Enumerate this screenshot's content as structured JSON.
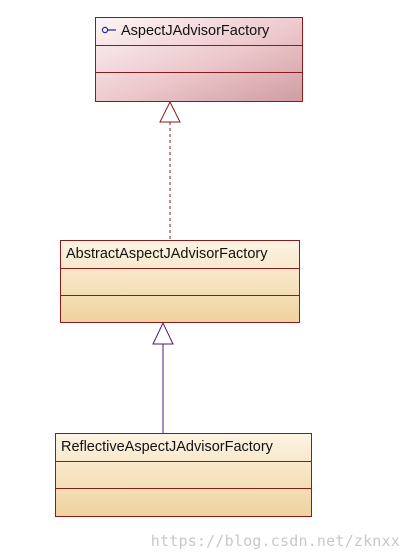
{
  "classes": {
    "interface": {
      "name": "AspectJAdvisorFactory",
      "icon": "interface-lollipop-icon"
    },
    "abstract": {
      "name": "AbstractAspectJAdvisorFactory"
    },
    "concrete": {
      "name": "ReflectiveAspectJAdvisorFactory"
    }
  },
  "relations": [
    {
      "type": "realization",
      "from": "AbstractAspectJAdvisorFactory",
      "to": "AspectJAdvisorFactory"
    },
    {
      "type": "generalization",
      "from": "ReflectiveAspectJAdvisorFactory",
      "to": "AbstractAspectJAdvisorFactory"
    }
  ],
  "colors": {
    "border": "#8b1a1a",
    "realization_line": "#8b1a1a",
    "generalization_line": "#4b1a7a"
  },
  "watermark": "https://blog.csdn.net/zknxx"
}
